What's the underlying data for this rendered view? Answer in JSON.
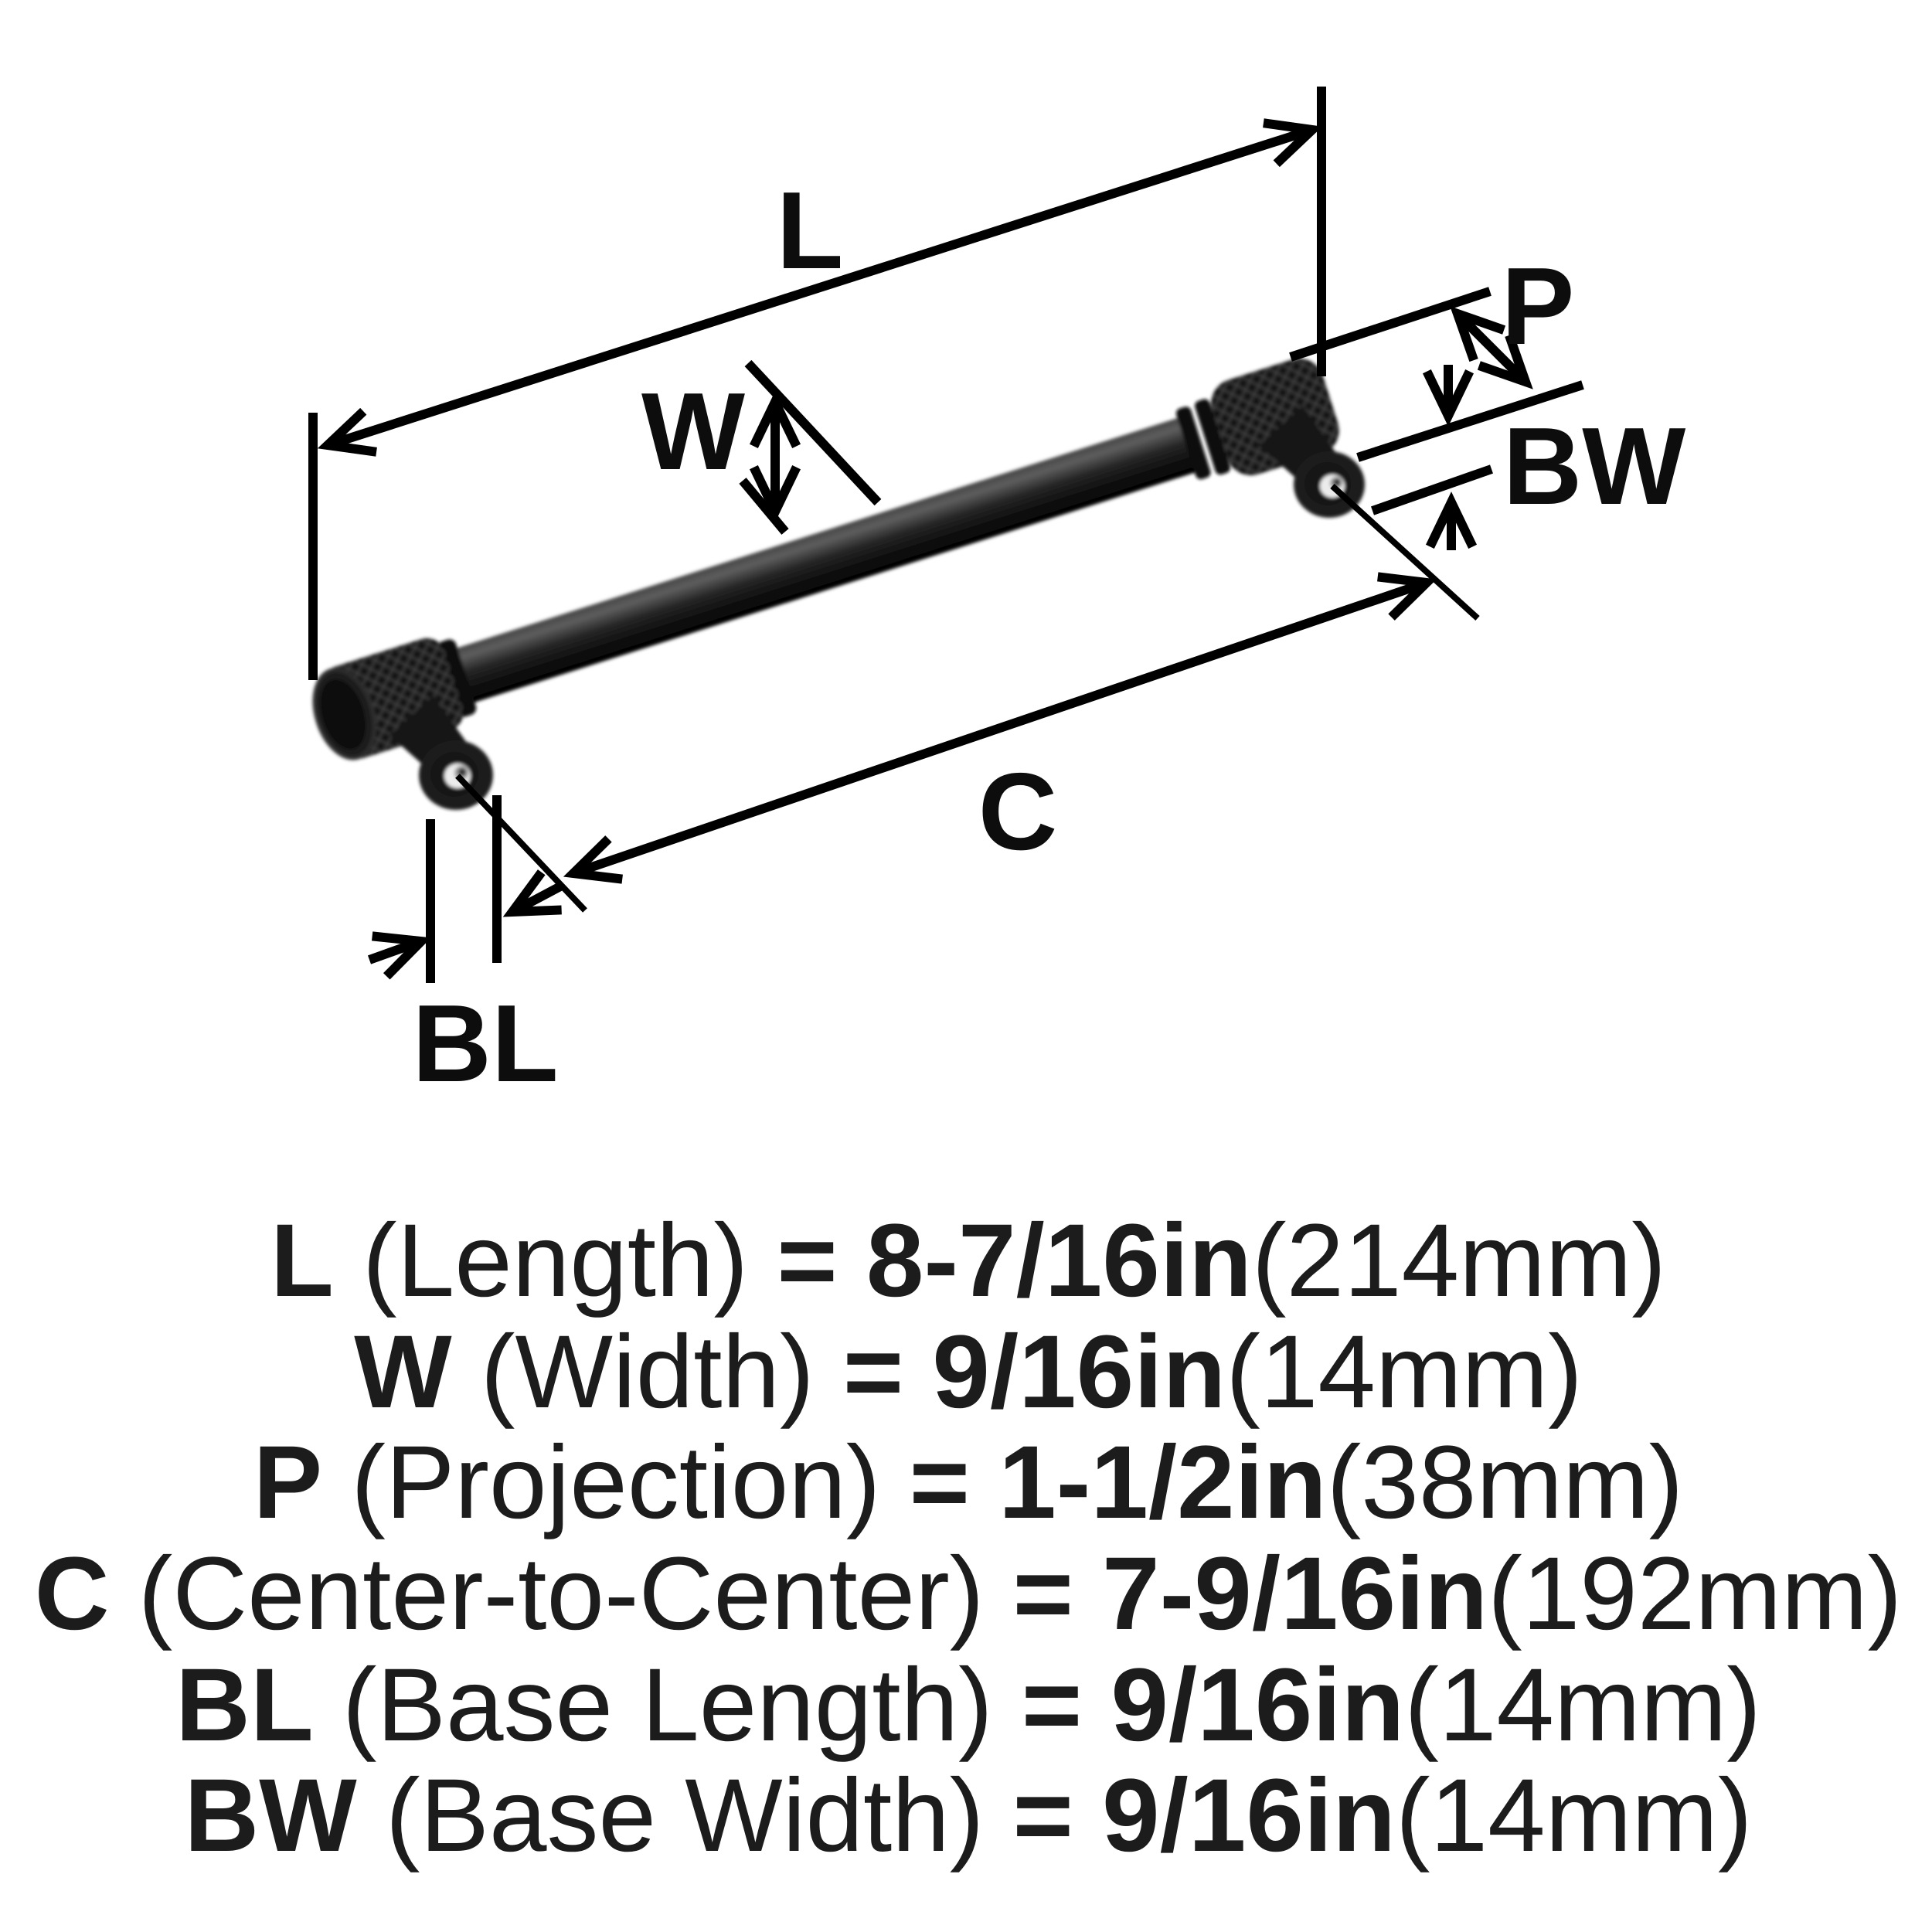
{
  "title": "Cabinet pull hardware dimension diagram",
  "colors": {
    "background": "#ffffff",
    "line": "#000000",
    "text": "#1c1c1c",
    "handle": "#151515",
    "screw_hole": "#ececec"
  },
  "diagram": {
    "labels": {
      "length": "L",
      "width": "W",
      "projection": "P",
      "center_to_center": "C",
      "base_length": "BL",
      "base_width": "BW"
    }
  },
  "specs": [
    {
      "label": "L",
      "name": " (Length) ",
      "equals": "=",
      "value": " 8-7/16in",
      "metric": "(214mm)"
    },
    {
      "label": "W",
      "name": " (Width) ",
      "equals": "=",
      "value": " 9/16in",
      "metric": "(14mm)"
    },
    {
      "label": "P",
      "name": " (Projection) ",
      "equals": "=",
      "value": " 1-1/2in",
      "metric": "(38mm)"
    },
    {
      "label": "C",
      "name": " (Center-to-Center) ",
      "equals": "=",
      "value": " 7-9/16in",
      "metric": "(192mm)"
    },
    {
      "label": "BL",
      "name": " (Base Length) ",
      "equals": "=",
      "value": " 9/16in",
      "metric": "(14mm)"
    },
    {
      "label": "BW",
      "name": " (Base Width) ",
      "equals": "=",
      "value": " 9/16in",
      "metric": "(14mm)"
    }
  ]
}
